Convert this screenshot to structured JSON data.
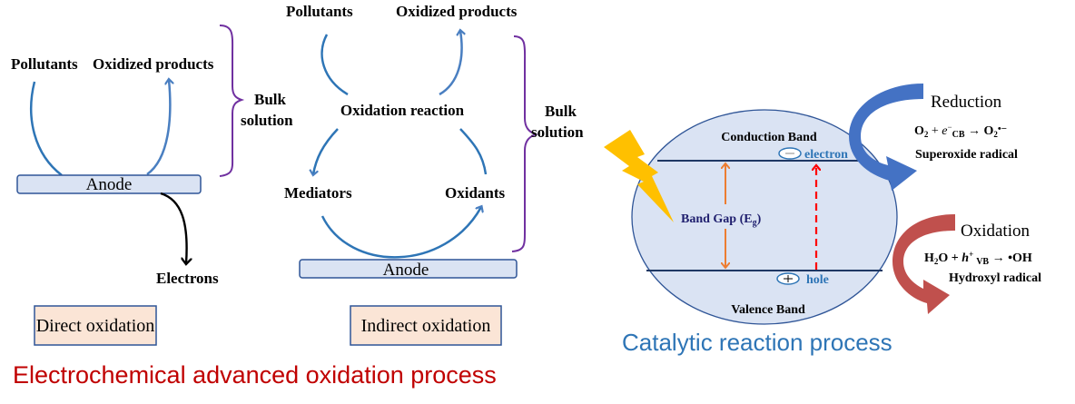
{
  "colors": {
    "flow_arrow": "#2e75b6",
    "brace": "#7030a0",
    "anode_fill": "#dae3f3",
    "anode_stroke": "#2f5597",
    "label_box_fill": "#fbe5d6",
    "label_box_stroke": "#2f5597",
    "eaop_title": "#c00000",
    "catalytic_title": "#2e75b6",
    "circle_fill": "#dae3f3",
    "band_line": "#1f3864",
    "band_gap_arrow": "#ed7d31",
    "excitation_arrow": "#ff0000",
    "lightning": "#ffc000",
    "reduction_arrow": "#4472c4",
    "oxidation_arrow": "#c0504d",
    "carrier_label": "#2e75b6",
    "band_gap_label": "#1f1f6e"
  },
  "direct": {
    "pollutants": "Pollutants",
    "oxidized_products": "Oxidized products",
    "bulk_line1": "Bulk",
    "bulk_line2": "solution",
    "anode": "Anode",
    "electrons": "Electrons",
    "caption": "Direct oxidation"
  },
  "indirect": {
    "pollutants": "Pollutants",
    "oxidized_products": "Oxidized products",
    "oxidation_reaction": "Oxidation reaction",
    "mediators": "Mediators",
    "oxidants": "Oxidants",
    "bulk_line1": "Bulk",
    "bulk_line2": "solution",
    "anode": "Anode",
    "caption": "Indirect oxidation"
  },
  "eaop_title": "Electrochemical advanced oxidation process",
  "catalytic": {
    "conduction_band": "Conduction Band",
    "valence_band": "Valence Band",
    "band_gap": "Band Gap (E",
    "band_gap_sub": "g",
    "band_gap_close": ")",
    "electron": "electron",
    "electron_sign": "—",
    "hole": "hole",
    "hole_sign": "+",
    "reduction": {
      "title": "Reduction",
      "eq_a": "O",
      "eq_a_sub": "2",
      "eq_b": " + ",
      "eq_e": "e",
      "eq_e_sup": "−",
      "eq_cb": "CB",
      "eq_arrow": " → O",
      "eq_prod_sub": "2",
      "eq_prod_tail": "•−",
      "product": "Superoxide radical"
    },
    "oxidation": {
      "title": "Oxidation",
      "eq_a": "H",
      "eq_a_sub": "2",
      "eq_b": "O + ",
      "eq_h": "h",
      "eq_h_sup": "+",
      "eq_vb": "VB",
      "eq_arrow": " → •OH",
      "product": "Hydroxyl radical"
    },
    "title": "Catalytic reaction process"
  }
}
